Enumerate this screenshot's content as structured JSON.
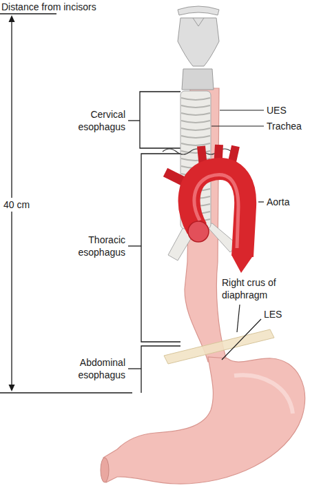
{
  "diagram": {
    "labels": [
      "Distance from incisors",
      "40 cm",
      "Cervical esophagus",
      "UES",
      "Trachea",
      "Aorta",
      "Thoracic esophagus",
      "Right crus of diaphragm",
      "LES",
      "Abdominal esophagus"
    ]
  }
}
